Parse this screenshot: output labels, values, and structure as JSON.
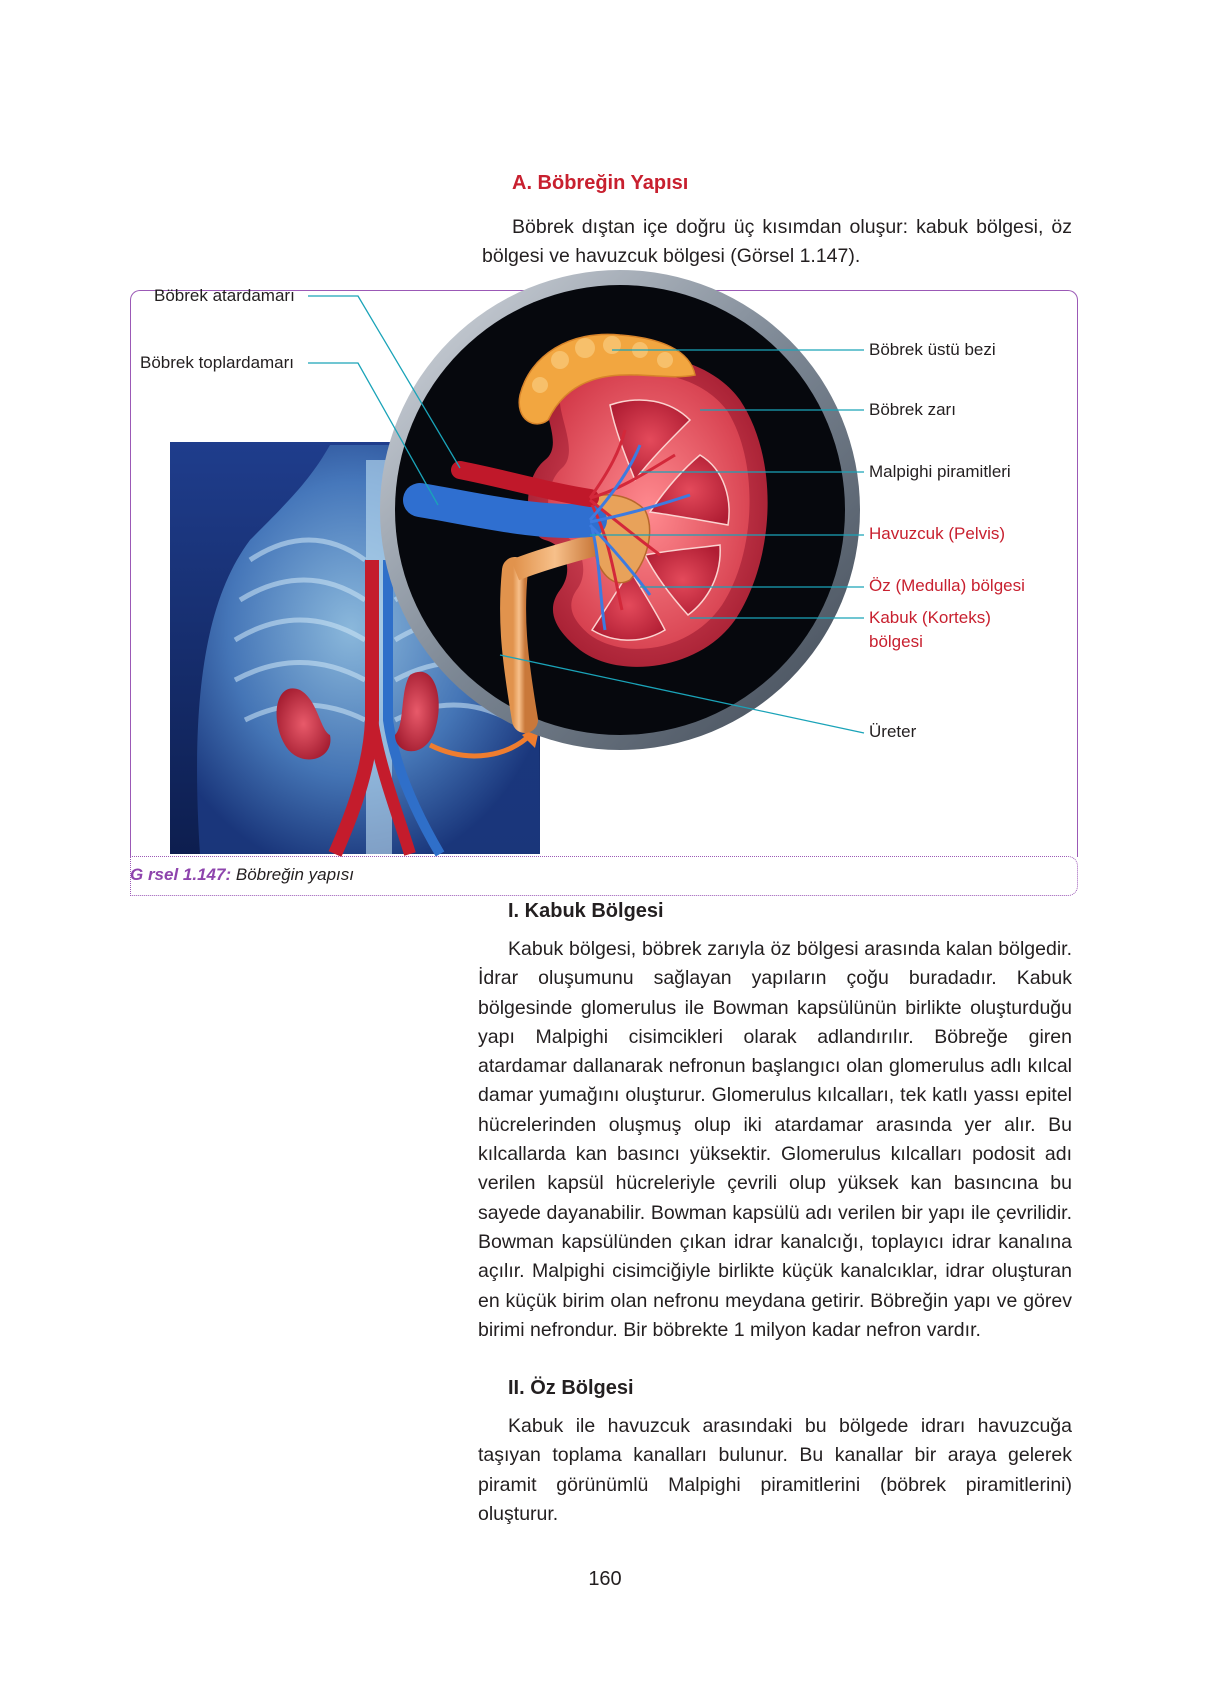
{
  "section": {
    "title": "A. Böbreğin Yapısı",
    "intro": "Böbrek dıştan içe doğru üç kısımdan oluşur: kabuk bölgesi, öz bölgesi ve havuzcuk bölgesi (Görsel 1.147)."
  },
  "figure": {
    "labels_left": {
      "atardamar": "Böbrek atardamarı",
      "toplardamar": "Böbrek toplardamarı"
    },
    "labels_right": {
      "ustu_bezi": "Böbrek üstü bezi",
      "zar": "Böbrek zarı",
      "piramit": "Malpighi piramitleri",
      "havuzcuk": "Havuzcuk (Pelvis)",
      "oz": "Öz (Medulla) bölgesi",
      "kabuk_1": "Kabuk (Korteks)",
      "kabuk_2": "bölgesi",
      "ureter": "Üreter"
    },
    "caption_label": "G  rsel 1.147:",
    "caption_text": "Böbreğin yapısı"
  },
  "kabuk": {
    "title": "I. Kabuk Bölgesi",
    "paragraph": "Kabuk bölgesi, böbrek zarıyla öz bölgesi arasında kalan bölgedir. İdrar oluşumunu sağlayan yapıların çoğu buradadır. Kabuk bölgesinde glomerulus ile Bowman kapsülünün birlikte oluşturduğu yapı Malpighi cisimcikleri olarak adlandırılır. Böbreğe giren atardamar dallanarak nefronun başlangıcı olan glomerulus adlı kılcal damar yumağını oluşturur. Glomerulus kılcalları, tek katlı yassı epitel hücrelerinden oluşmuş olup iki atardamar arasında yer alır. Bu kılcallarda kan basıncı yüksektir. Glomerulus kılcalları podosit adı verilen kapsül hücreleriyle çevrili olup yüksek kan basıncına bu sayede dayanabilir. Bowman kapsülü adı verilen bir yapı ile çevrilidir. Bowman kapsülünden çıkan idrar kanalcığı, toplayıcı idrar kanalına açılır. Malpighi cisimciğiyle birlikte küçük kanalcıklar, idrar oluşturan en küçük birim olan nefronu meydana getirir. Böbreğin yapı ve görev birimi nefrondur. Bir böbrekte 1 milyon kadar nefron vardır."
  },
  "oz": {
    "title": "II. Öz Bölgesi",
    "paragraph": "Kabuk ile havuzcuk arasındaki bu bölgede idrarı havuzcuğa taşıyan toplama kanalları bulunur. Bu kanallar bir araya gelerek piramit görünümlü Malpighi piramitlerini (böbrek piramitlerini) oluşturur."
  },
  "page_number": "160",
  "colors": {
    "heading": "#c8202f",
    "frame": "#9b59b6",
    "leader": "#1aa3b8"
  }
}
